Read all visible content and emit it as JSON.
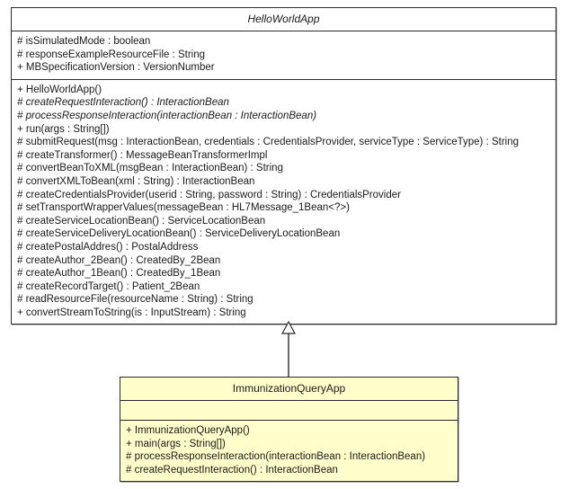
{
  "diagram": {
    "type": "uml-class-diagram",
    "background_color": "#ffffff",
    "relationship": {
      "kind": "generalization",
      "label": "",
      "from": "ImmunizationQueryApp",
      "to": "HelloWorldApp",
      "arrow": "hollow-triangle"
    }
  },
  "classes": [
    {
      "name": "HelloWorldApp",
      "abstract": true,
      "fill_color": "#ffffff",
      "border_color": "#2b2b2b",
      "attributes": [
        {
          "text": "# isSimulatedMode : boolean",
          "abstract": false
        },
        {
          "text": "# responseExampleResourceFile : String",
          "abstract": false
        },
        {
          "text": "+ MBSpecificationVersion : VersionNumber",
          "abstract": false
        }
      ],
      "operations": [
        {
          "text": "+ HelloWorldApp()",
          "abstract": false
        },
        {
          "text": "# createRequestInteraction() : InteractionBean",
          "abstract": true
        },
        {
          "text": "# processResponseInteraction(interactionBean : InteractionBean)",
          "abstract": true
        },
        {
          "text": "+ run(args : String[])",
          "abstract": false
        },
        {
          "text": "# submitRequest(msg : InteractionBean, credentials : CredentialsProvider, serviceType : ServiceType) : String",
          "abstract": false
        },
        {
          "text": "# createTransformer() : MessageBeanTransformerImpl",
          "abstract": false
        },
        {
          "text": "# convertBeanToXML(msgBean : InteractionBean) : String",
          "abstract": false
        },
        {
          "text": "# convertXMLToBean(xml : String) : InteractionBean",
          "abstract": false
        },
        {
          "text": "# createCredentialsProvider(userid : String, password : String) : CredentialsProvider",
          "abstract": false
        },
        {
          "text": "# setTransportWrapperValues(messageBean : HL7Message_1Bean<?>)",
          "abstract": false
        },
        {
          "text": "# createServiceLocationBean() : ServiceLocationBean",
          "abstract": false
        },
        {
          "text": "# createServiceDeliveryLocationBean() : ServiceDeliveryLocationBean",
          "abstract": false
        },
        {
          "text": "# createPostalAddres() : PostalAddress",
          "abstract": false
        },
        {
          "text": "# createAuthor_2Bean() : CreatedBy_2Bean",
          "abstract": false
        },
        {
          "text": "# createAuthor_1Bean() : CreatedBy_1Bean",
          "abstract": false
        },
        {
          "text": "# createRecordTarget() : Patient_2Bean",
          "abstract": false
        },
        {
          "text": "# readResourceFile(resourceName : String) : String",
          "abstract": false
        },
        {
          "text": "+ convertStreamToString(is : InputStream) : String",
          "abstract": false
        }
      ]
    },
    {
      "name": "ImmunizationQueryApp",
      "abstract": false,
      "fill_color": "#ffffcc",
      "border_color": "#2b2b2b",
      "attributes": [],
      "operations": [
        {
          "text": "+ ImmunizationQueryApp()",
          "abstract": false
        },
        {
          "text": "+ main(args : String[])",
          "abstract": false
        },
        {
          "text": "# processResponseInteraction(interactionBean : InteractionBean)",
          "abstract": false
        },
        {
          "text": "# createRequestInteraction() : InteractionBean",
          "abstract": false
        }
      ]
    }
  ]
}
